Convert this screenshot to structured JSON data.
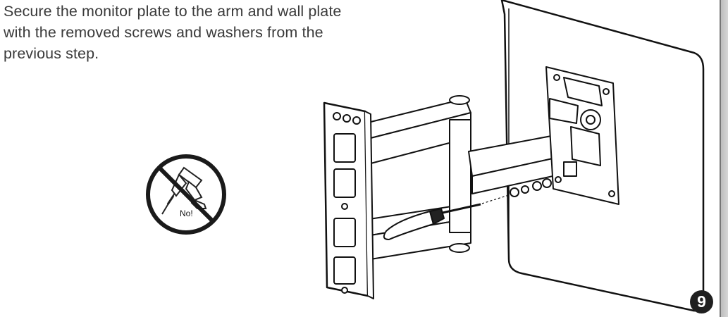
{
  "instruction": {
    "text": "Secure the monitor plate to the arm and wall plate with the removed screws and washers from the previous step."
  },
  "warning": {
    "label": "No!",
    "icon": "no-power-drill-icon"
  },
  "illustration": {
    "icon": "tv-wall-mount-assembly-illustration"
  },
  "step": {
    "number": "9"
  }
}
